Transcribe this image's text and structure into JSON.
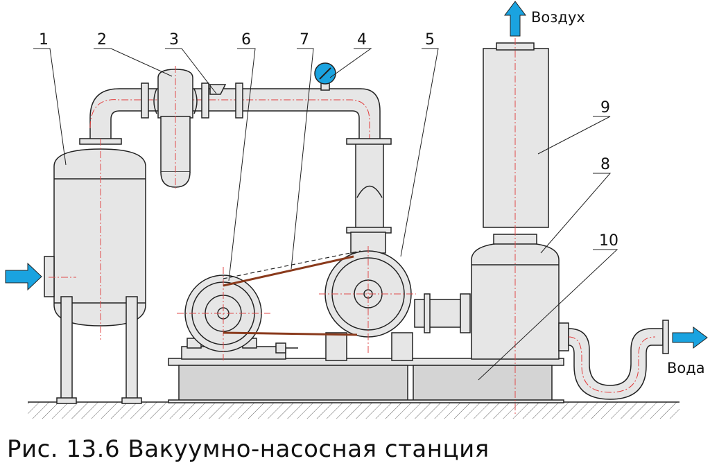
{
  "callouts": {
    "c1": "1",
    "c2": "2",
    "c3": "3",
    "c4": "4",
    "c5": "5",
    "c6": "6",
    "c7": "7",
    "c8": "8",
    "c9": "9",
    "c10": "10"
  },
  "flow": {
    "air": "Воздух",
    "water": "Вода"
  },
  "caption": "Рис. 13.6 Вакуумно-насосная станция",
  "colors": {
    "metal": "#e6e6e6",
    "metal_dark": "#cfcfcf",
    "outline": "#222222",
    "pipe_inner": "#e23b3b",
    "centerline": "#e04a4a",
    "belt": "#8a3a1c",
    "arrow": "#1aa3e0",
    "gauge": "#1aa3e0",
    "base": "#d4d4d4"
  },
  "icons": {
    "inlet": "arrow-right-icon",
    "air_out": "arrow-up-icon",
    "water_out": "arrow-right-icon"
  }
}
